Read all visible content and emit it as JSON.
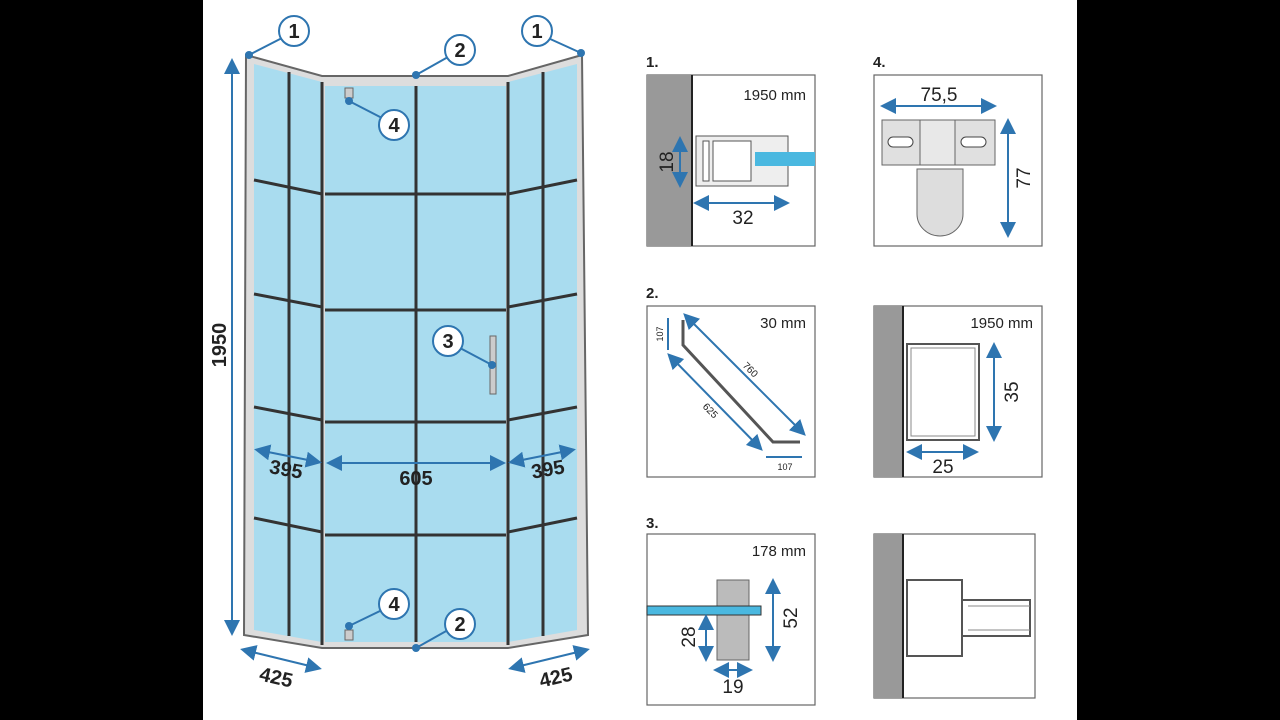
{
  "main": {
    "height": "1950",
    "width_left": "395",
    "width_center": "605",
    "width_right": "395",
    "depth_left": "425",
    "depth_right": "425",
    "callouts": [
      "1",
      "1",
      "2",
      "3",
      "4",
      "4",
      "2"
    ]
  },
  "details": {
    "d1": {
      "title": "1.",
      "length": "1950 mm",
      "h": "18",
      "w": "32"
    },
    "d4": {
      "title": "4.",
      "w": "75,5",
      "h": "77"
    },
    "d2": {
      "title": "2.",
      "length": "30 mm",
      "a": "107",
      "b": "760",
      "c": "625",
      "d": "107"
    },
    "d5": {
      "length": "1950 mm",
      "h": "35",
      "w": "25"
    },
    "d3": {
      "title": "3.",
      "length": "178 mm",
      "h1": "28",
      "h2": "52",
      "w": "19"
    }
  },
  "colors": {
    "glass": "#a9dcef",
    "dimension": "#2e75b0",
    "wall": "#999999"
  }
}
